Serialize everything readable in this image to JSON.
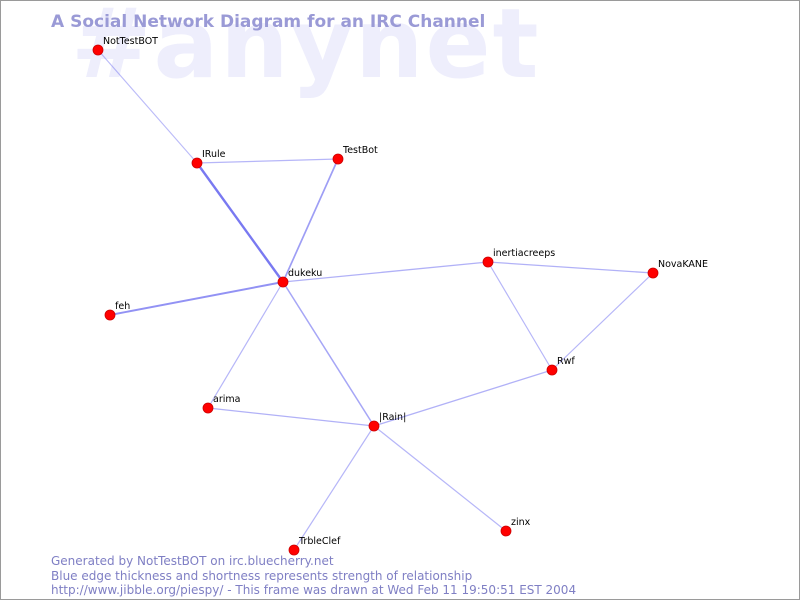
{
  "watermark": "#anynet",
  "title": "A Social Network Diagram for an IRC Channel",
  "colors": {
    "node": "#ff0000",
    "node_stroke": "#cc0000",
    "edge": "#6a6af0",
    "text": "#7f7fc4",
    "watermark": "#eeeefc"
  },
  "nodes": [
    {
      "id": "NotTestBOT",
      "label": "NotTestBOT"
    },
    {
      "id": "IRule",
      "label": "IRule"
    },
    {
      "id": "TestBot",
      "label": "TestBot"
    },
    {
      "id": "dukeku",
      "label": "dukeku"
    },
    {
      "id": "feh",
      "label": "feh"
    },
    {
      "id": "inertiacreeps",
      "label": "inertiacreeps"
    },
    {
      "id": "NovaKANE",
      "label": "NovaKANE"
    },
    {
      "id": "Rwf",
      "label": "Rwf"
    },
    {
      "id": "arima",
      "label": "arima"
    },
    {
      "id": "Rain",
      "label": "|Rain|"
    },
    {
      "id": "zinx",
      "label": "zinx"
    },
    {
      "id": "TrbleClef",
      "label": "TrbleClef"
    }
  ],
  "edges": [
    {
      "from": "NotTestBOT",
      "to": "IRule",
      "strength": 0.2
    },
    {
      "from": "IRule",
      "to": "TestBot",
      "strength": 0.25
    },
    {
      "from": "IRule",
      "to": "dukeku",
      "strength": 1.0
    },
    {
      "from": "TestBot",
      "to": "dukeku",
      "strength": 0.55
    },
    {
      "from": "dukeku",
      "to": "feh",
      "strength": 0.7
    },
    {
      "from": "dukeku",
      "to": "inertiacreeps",
      "strength": 0.3
    },
    {
      "from": "dukeku",
      "to": "arima",
      "strength": 0.25
    },
    {
      "from": "dukeku",
      "to": "Rain",
      "strength": 0.45
    },
    {
      "from": "inertiacreeps",
      "to": "NovaKANE",
      "strength": 0.3
    },
    {
      "from": "inertiacreeps",
      "to": "Rwf",
      "strength": 0.25
    },
    {
      "from": "NovaKANE",
      "to": "Rwf",
      "strength": 0.25
    },
    {
      "from": "Rwf",
      "to": "Rain",
      "strength": 0.3
    },
    {
      "from": "arima",
      "to": "Rain",
      "strength": 0.3
    },
    {
      "from": "Rain",
      "to": "zinx",
      "strength": 0.25
    },
    {
      "from": "Rain",
      "to": "TrbleClef",
      "strength": 0.25
    }
  ],
  "footer": {
    "line1": "Generated by NotTestBOT on irc.bluecherry.net",
    "line2": "Blue edge thickness and shortness represents strength of relationship",
    "line3": "http://www.jibble.org/piespy/ - This frame was drawn at Wed Feb 11 19:50:51 EST 2004"
  }
}
